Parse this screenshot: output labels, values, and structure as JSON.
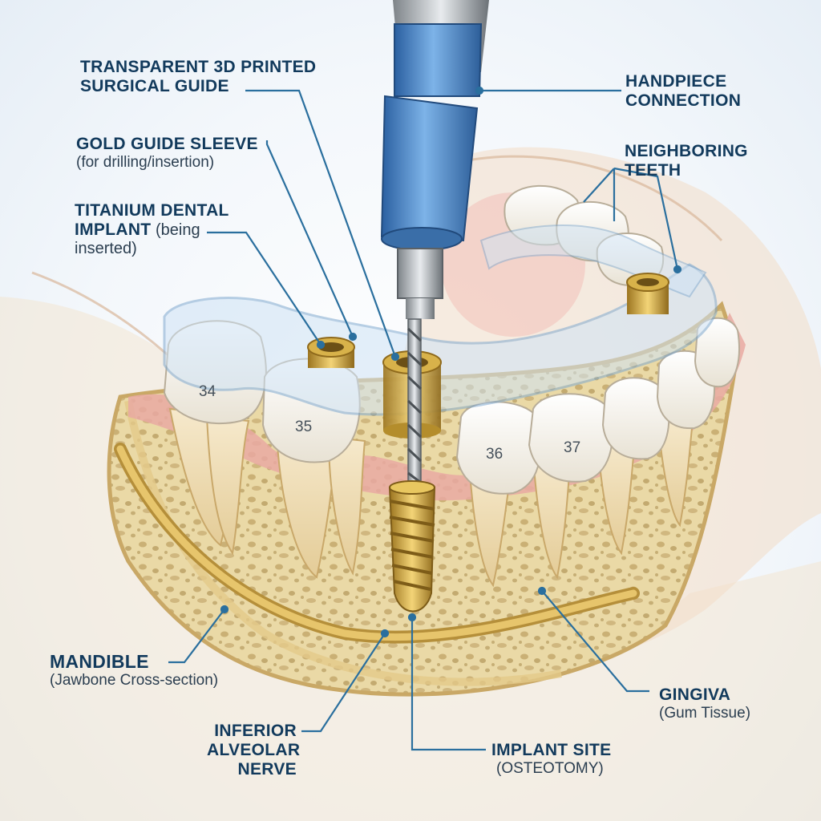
{
  "labels": {
    "surgical_guide": {
      "line1": "TRANSPARENT 3D PRINTED",
      "line2": "SURGICAL GUIDE"
    },
    "handpiece": {
      "line1": "HANDPIECE",
      "line2": "CONNECTION"
    },
    "gold_sleeve": {
      "title": "GOLD GUIDE SLEEVE",
      "sub": "(for drilling/insertion)"
    },
    "neighboring": {
      "line1": "NEIGHBORING",
      "line2": "TEETH"
    },
    "implant": {
      "line1": "TITANIUM DENTAL",
      "line2_bold": "IMPLANT",
      "line2_rest": " (being",
      "line3": "inserted)"
    },
    "mandible": {
      "title": "MANDIBLE",
      "sub": "(Jawbone Cross-section)"
    },
    "gingiva": {
      "title": "GINGIVA",
      "sub": "(Gum Tissue)"
    },
    "nerve": {
      "line1": "INFERIOR",
      "line2": "ALVEOLAR",
      "line3": "NERVE"
    },
    "implant_site": {
      "title": "IMPLANT SITE",
      "sub": "(OSTEOTOMY)"
    }
  },
  "tooth_numbers": [
    "34",
    "35",
    "36",
    "37"
  ],
  "colors": {
    "leader": "#2a6f9e",
    "handpiece": "#3a7cc4",
    "gold": "#c9a236",
    "bone": "#e9d8a8",
    "gum": "#e7a5a0",
    "guide": "#cfe3f5",
    "nerve": "#d8b35a"
  }
}
